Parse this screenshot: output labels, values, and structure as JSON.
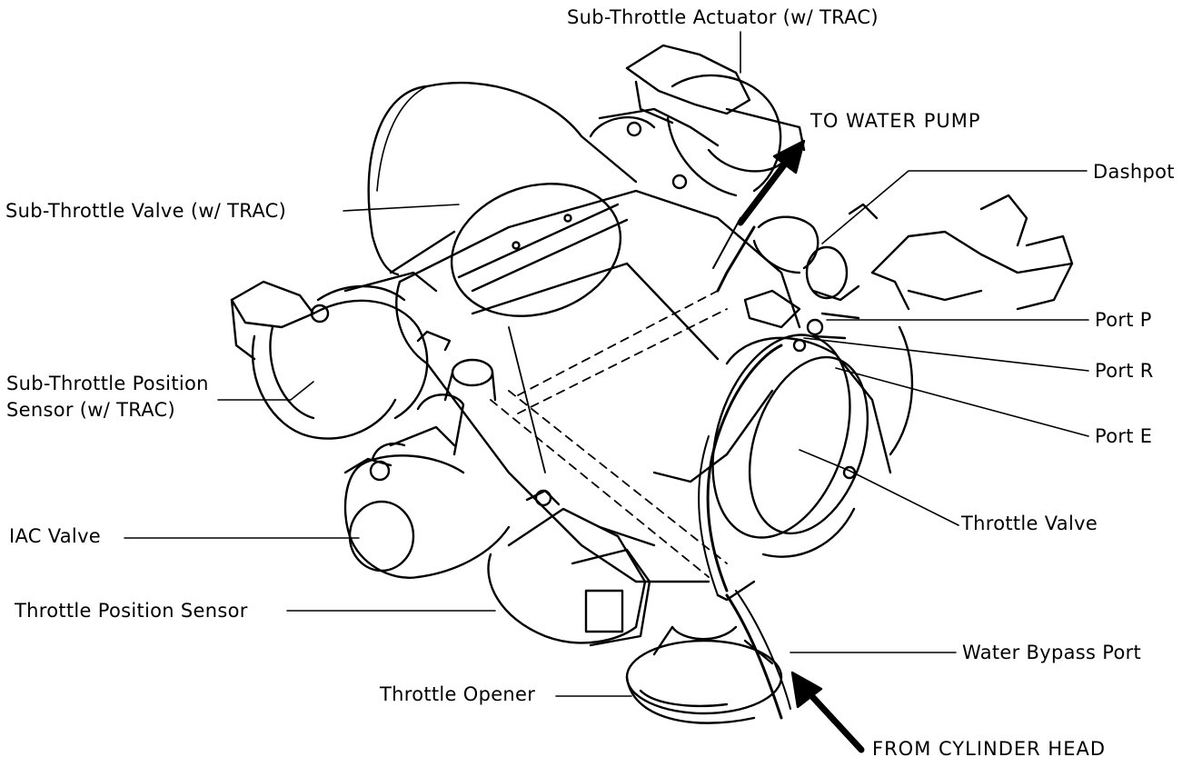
{
  "diagram": {
    "labels": {
      "sub_throttle_actuator": "Sub-Throttle Actuator (w/ TRAC)",
      "to_water_pump": "TO WATER PUMP",
      "dashpot": "Dashpot",
      "sub_throttle_valve": "Sub-Throttle Valve (w/ TRAC)",
      "port_p": "Port P",
      "port_r": "Port R",
      "port_e": "Port E",
      "sub_throttle_position_sensor_line1": "Sub-Throttle Position",
      "sub_throttle_position_sensor_line2": "Sensor (w/ TRAC)",
      "throttle_valve": "Throttle Valve",
      "iac_valve": "IAC Valve",
      "throttle_position_sensor": "Throttle Position Sensor",
      "water_bypass_port": "Water Bypass Port",
      "throttle_opener": "Throttle Opener",
      "from_cylinder_head": "FROM CYLINDER HEAD"
    },
    "colors": {
      "ink": "#000000",
      "paper": "#ffffff"
    }
  }
}
